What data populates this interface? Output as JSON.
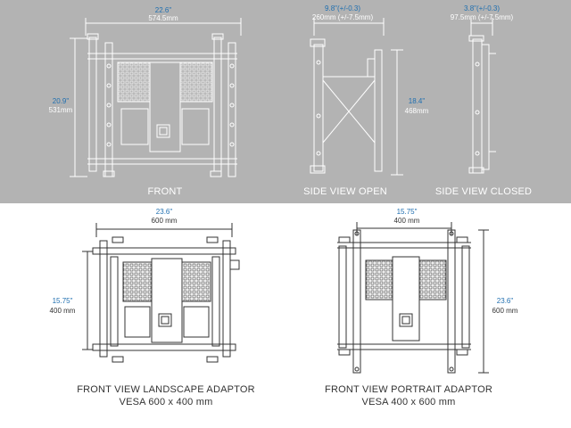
{
  "front": {
    "width_in": "22.6\"",
    "width_mm": "574.5mm",
    "height_in": "20.9\"",
    "height_mm": "531mm",
    "caption": "FRONT"
  },
  "side_open": {
    "width_in": "9.8\"(+/-0.3)",
    "width_mm": "260mm (+/-7.5mm)",
    "height_in": "18.4\"",
    "height_mm": "468mm",
    "caption": "SIDE VIEW OPEN"
  },
  "side_closed": {
    "width_in": "3.8\"(+/-0.3)",
    "width_mm": "97.5mm (+/-7.5mm)",
    "caption": "SIDE VIEW CLOSED"
  },
  "landscape": {
    "width_in": "23.6\"",
    "width_mm": "600 mm",
    "height_in": "15.75\"",
    "height_mm": "400 mm",
    "caption_line1": "FRONT VIEW LANDSCAPE ADAPTOR",
    "caption_line2": "VESA 600 x 400 mm"
  },
  "portrait": {
    "width_in": "15.75\"",
    "width_mm": "400 mm",
    "height_in": "23.6\"",
    "height_mm": "600 mm",
    "caption_line1": "FRONT VIEW PORTRAIT ADAPTOR",
    "caption_line2": "VESA 400 x 600 mm"
  },
  "colors": {
    "top_background": "#b3b3b3",
    "dimension_inches": "#1f6fb0",
    "line_light": "#ffffff",
    "line_dark": "#333333"
  }
}
